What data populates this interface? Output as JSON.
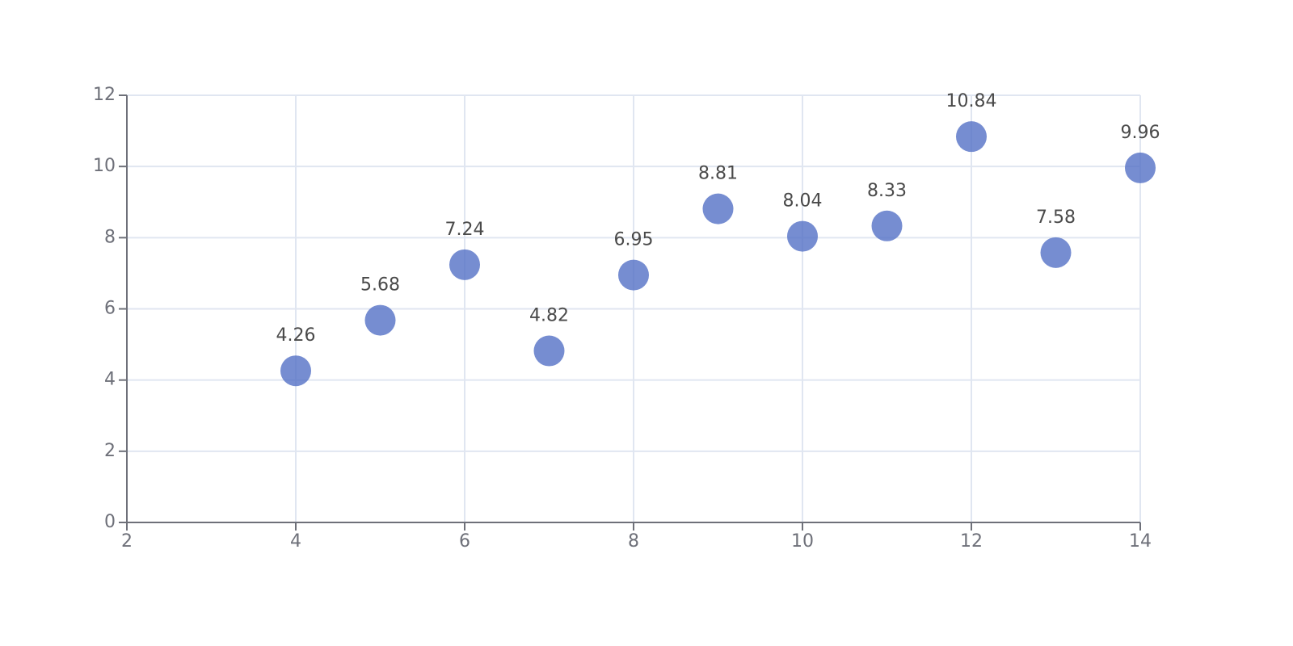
{
  "chart_data": {
    "type": "scatter",
    "title": "",
    "xlabel": "",
    "ylabel": "",
    "xlim": [
      2,
      14
    ],
    "ylim": [
      0,
      12
    ],
    "x_ticks": [
      2,
      4,
      6,
      8,
      10,
      12,
      14
    ],
    "y_ticks": [
      0,
      2,
      4,
      6,
      8,
      10,
      12
    ],
    "grid": true,
    "series": [
      {
        "points": [
          {
            "x": 4,
            "y": 4.26,
            "label": "4.26"
          },
          {
            "x": 5,
            "y": 5.68,
            "label": "5.68"
          },
          {
            "x": 6,
            "y": 7.24,
            "label": "7.24"
          },
          {
            "x": 7,
            "y": 4.82,
            "label": "4.82"
          },
          {
            "x": 8,
            "y": 6.95,
            "label": "6.95"
          },
          {
            "x": 9,
            "y": 8.81,
            "label": "8.81"
          },
          {
            "x": 10,
            "y": 8.04,
            "label": "8.04"
          },
          {
            "x": 11,
            "y": 8.33,
            "label": "8.33"
          },
          {
            "x": 12,
            "y": 10.84,
            "label": "10.84"
          },
          {
            "x": 13,
            "y": 7.58,
            "label": "7.58"
          },
          {
            "x": 14,
            "y": 9.96,
            "label": "9.96"
          }
        ]
      }
    ]
  },
  "colors": {
    "point": "#5470c6",
    "grid": "#e0e6f1",
    "axis": "#6e7079",
    "label": "#4a4a4a"
  }
}
